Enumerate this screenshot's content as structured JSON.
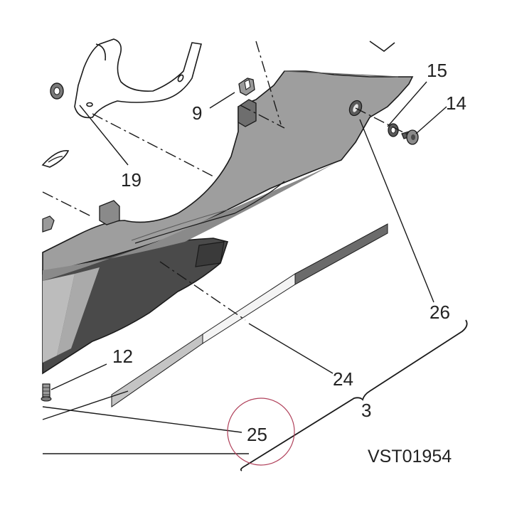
{
  "diagram": {
    "reference_code": "VST01954",
    "callouts": [
      {
        "id": "9",
        "label": "9"
      },
      {
        "id": "15",
        "label": "15"
      },
      {
        "id": "14",
        "label": "14"
      },
      {
        "id": "19",
        "label": "19"
      },
      {
        "id": "26",
        "label": "26"
      },
      {
        "id": "12",
        "label": "12"
      },
      {
        "id": "24",
        "label": "24"
      },
      {
        "id": "3",
        "label": "3"
      },
      {
        "id": "25",
        "label": "25"
      }
    ],
    "colors": {
      "panel_light": "#9e9e9e",
      "panel_mid": "#8a8a8a",
      "panel_dark": "#4a4a4a",
      "highlight": "#c9c9c9",
      "decal_dark": "#6b6b6b",
      "decal_light": "#c4c4c4",
      "line": "#1a1a1a",
      "circle_marker": "#b0405a"
    }
  }
}
